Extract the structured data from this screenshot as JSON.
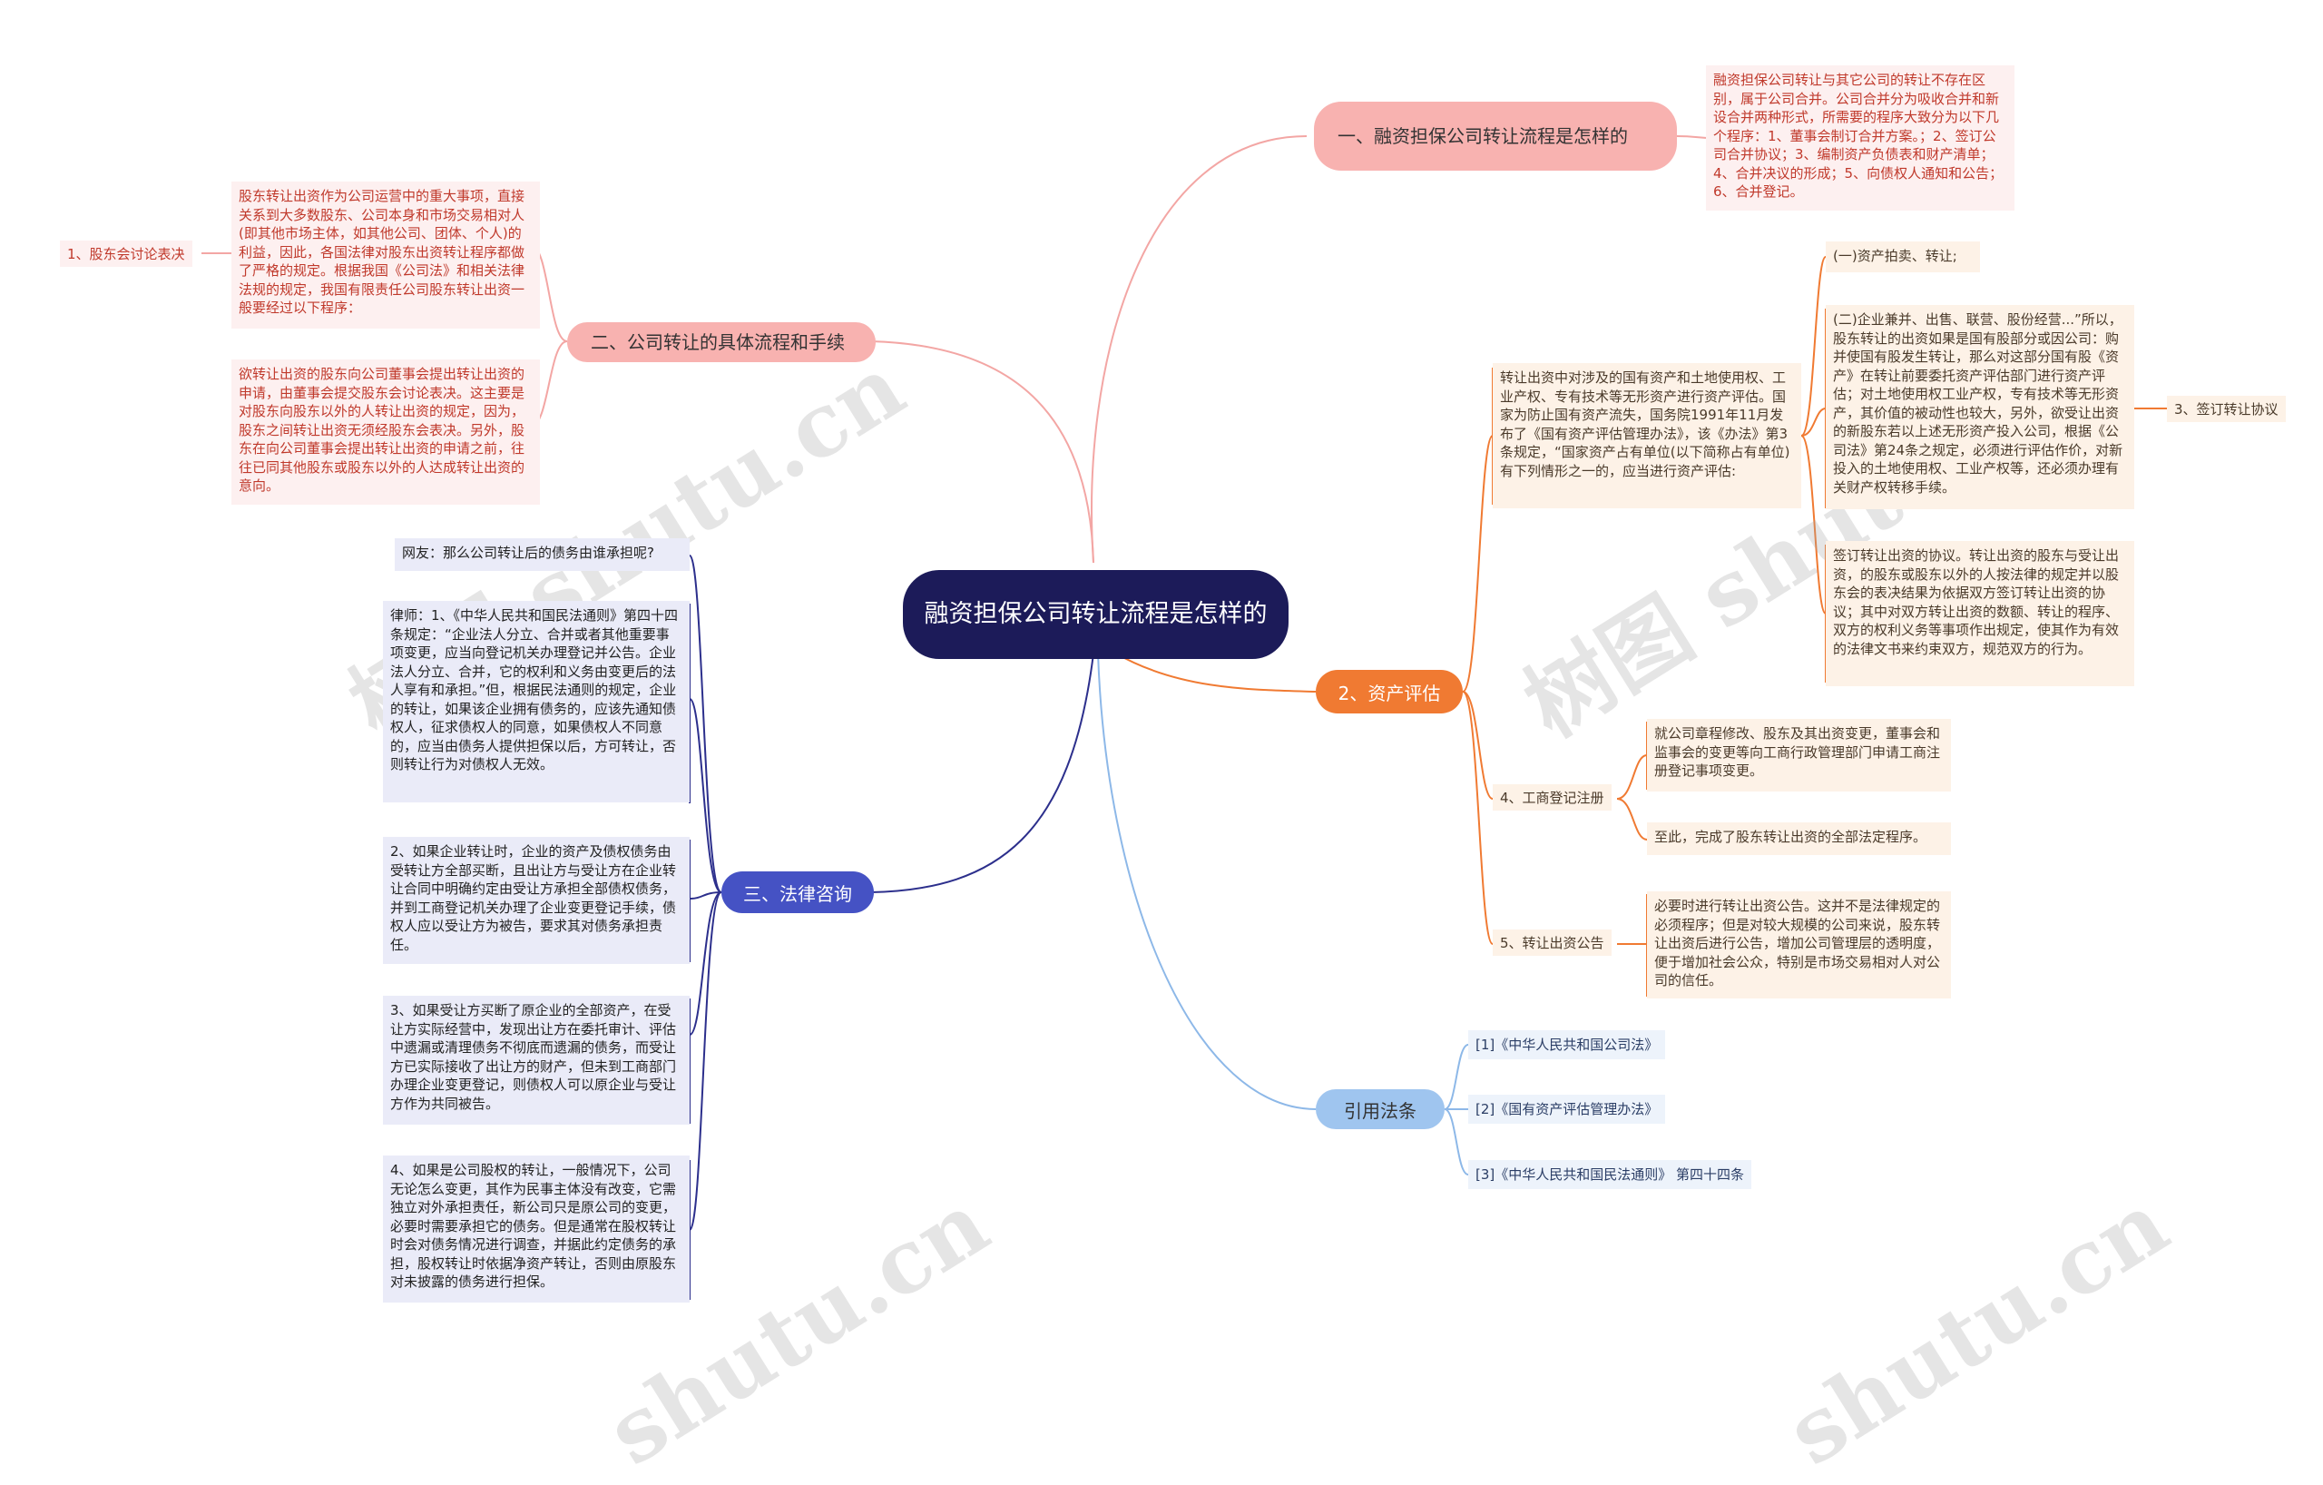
{
  "root": {
    "title": "融资担保公司转让流程是怎样的"
  },
  "watermark": {
    "text_a": "树图 shutu.cn",
    "text_b": "shutu.cn"
  },
  "branch1": {
    "label": "一、融资担保公司转让流程是怎样的",
    "leaf": "融资担保公司转让与其它公司的转让不存在区别，属于公司合并。公司合并分为吸收合并和新设合并两种形式，所需要的程序大致分为以下几个程序：1、董事会制订合并方案。；2、签订公司合并协议；3、编制资产负债表和财产清单；4、合并决议的形成；5、向债权人通知和公告；6、合并登记。"
  },
  "branch2": {
    "label": "二、公司转让的具体流程和手续",
    "leaf1": "股东转让出资作为公司运营中的重大事项，直接关系到大多数股东、公司本身和市场交易相对人(即其他市场主体，如其他公司、团体、个人)的利益，因此，各国法律对股东出资转让程序都做了严格的规定。根据我国《公司法》和相关法律法规的规定，我国有限责任公司股东转让出资一般要经过以下程序：",
    "sub": "1、股东会讨论表决",
    "leaf2": "欲转让出资的股东向公司董事会提出转让出资的申请，由董事会提交股东会讨论表决。这主要是对股东向股东以外的人转让出资的规定，因为，股东之间转让出资无须经股东会表决。另外，股东在向公司董事会提出转让出资的申请之前，往往已同其他股东或股东以外的人达成转让出资的意向。"
  },
  "branch3": {
    "label": "三、法律咨询",
    "q": "网友：那么公司转让后的债务由谁承担呢?",
    "a1": "律师：1、《中华人民共和国民法通则》第四十四条规定：“企业法人分立、合并或者其他重要事项变更，应当向登记机关办理登记并公告。企业法人分立、合并，它的权利和义务由变更后的法人享有和承担。”但，根据民法通则的规定，企业的转让，如果该企业拥有债务的，应该先通知债权人，征求债权人的同意，如果债权人不同意的，应当由债务人提供担保以后，方可转让，否则转让行为对债权人无效。",
    "a2": "2、如果企业转让时，企业的资产及债权债务由受转让方全部买断，且出让方与受让方在企业转让合同中明确约定由受让方承担全部债权债务，并到工商登记机关办理了企业变更登记手续，债权人应以受让方为被告，要求其对债务承担责任。",
    "a3": "3、如果受让方买断了原企业的全部资产，在受让方实际经营中，发现出让方在委托审计、评估中遗漏或清理债务不彻底而遗漏的债务，而受让方已实际接收了出让方的财产，但未到工商部门办理企业变更登记，则债权人可以原企业与受让方作为共同被告。",
    "a4": "4、如果是公司股权的转让，一般情况下，公司无论怎么变更，其作为民事主体没有改变，它需独立对外承担责任，新公司只是原公司的变更，必要时需要承担它的债务。但是通常在股权转让时会对债务情况进行调查，并据此约定债务的承担，股权转让时依据净资产转让，否则由原股东对未披露的债务进行担保。"
  },
  "branch4": {
    "label": "2、资产评估",
    "main": "转让出资中对涉及的国有资产和土地使用权、工业产权、专有技术等无形资产进行资产评估。国家为防止国有资产流失，国务院1991年11月发布了《国有资产评估管理办法》，该《办法》第3条规定，“国家资产占有单位(以下简称占有单位)有下列情形之一的，应当进行资产评估:",
    "r1": "(一)资产拍卖、转让;",
    "r2": "(二)企业兼并、出售、联营、股份经营...”所以，股东转让的出资如果是国有股部分或因公司：购并使国有股发生转让，那么对这部分国有股《资产》在转让前要委托资产评估部门进行资产评估；对土地使用权工业产权，专有技术等无形资产，其价值的被动性也较大，另外，欲受让出资的新股东若以上述无形资产投入公司，根据《公司法》第24条之规定，必须进行评估作价，对新投入的土地使用权、工业产权等，还必须办理有关财产权转移手续。",
    "r3": "签订转让出资的协议。转让出资的股东与受让出资，的股东或股东以外的人按法律的规定并以股东会的表决结果为依据双方签订转让出资的协议；其中对双方转让出资的数额、转让的程序、双方的权利义务等事项作出规定，使其作为有效的法律文书来约束双方，规范双方的行为。",
    "r3_label": "3、签订转让协议",
    "sub4": "4、工商登记注册",
    "sub4_leaf1": "就公司章程修改、股东及其出资变更，董事会和监事会的变更等向工商行政管理部门申请工商注册登记事项变更。",
    "sub4_leaf2": "至此，完成了股东转让出资的全部法定程序。",
    "sub5": "5、转让出资公告",
    "sub5_leaf": "必要时进行转让出资公告。这并不是法律规定的必须程序；但是对较大规模的公司来说，股东转让出资后进行公告，增加公司管理层的透明度，便于增加社会公众，特别是市场交易相对人对公司的信任。"
  },
  "branch5": {
    "label": "引用法条",
    "refs": [
      "[1]《中华人民共和国公司法》",
      "[2]《国有资产评估管理办法》",
      "[3]《中华人民共和国民法通则》 第四十四条"
    ]
  },
  "colors": {
    "root": "#1c1b59",
    "red_branch": "#f8b2b0",
    "orange_branch": "#f07a32",
    "navy_branch": "#4552c4",
    "blue_branch": "#9fc5ef"
  }
}
